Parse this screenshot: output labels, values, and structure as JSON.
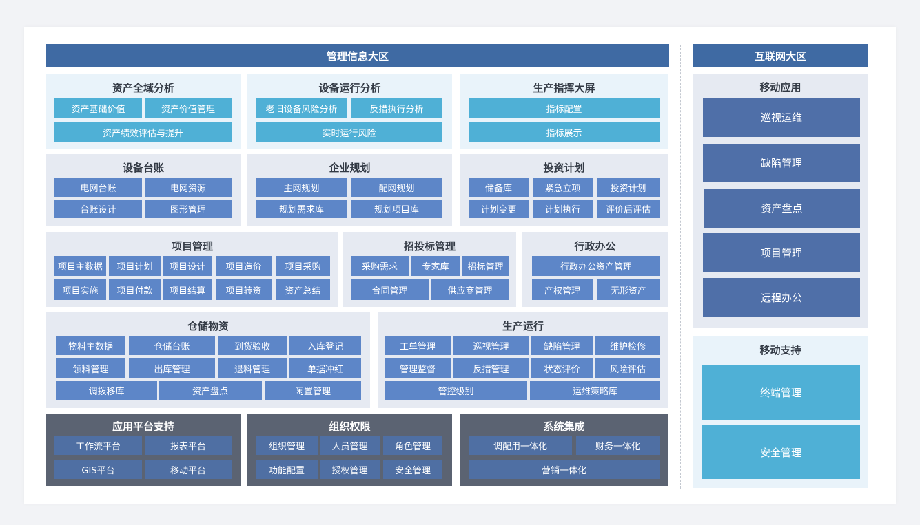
{
  "mgmt_zone": {
    "title": "管理信息大区",
    "asset_analysis": {
      "title": "资产全域分析",
      "items": [
        "资产基础价值",
        "资产价值管理",
        "资产绩效评估与提升"
      ]
    },
    "equipment_analysis": {
      "title": "设备运行分析",
      "items": [
        "老旧设备风险分析",
        "反措执行分析",
        "实时运行风险"
      ]
    },
    "command_screen": {
      "title": "生产指挥大屏",
      "items": [
        "指标配置",
        "指标展示"
      ]
    },
    "equipment_ledger": {
      "title": "设备台账",
      "items": [
        "电网台账",
        "电网资源",
        "台账设计",
        "图形管理"
      ]
    },
    "enterprise_planning": {
      "title": "企业规划",
      "items": [
        "主网规划",
        "配网规划",
        "规划需求库",
        "规划项目库"
      ]
    },
    "investment_plan": {
      "title": "投资计划",
      "items": [
        "储备库",
        "紧急立项",
        "投资计划",
        "计划变更",
        "计划执行",
        "评价后评估"
      ]
    },
    "project_mgmt": {
      "title": "项目管理",
      "items": [
        "项目主数据",
        "项目计划",
        "项目设计",
        "项目造价",
        "项目采购",
        "项目实施",
        "项目付款",
        "项目结算",
        "项目转资",
        "资产总结"
      ]
    },
    "bidding_mgmt": {
      "title": "招投标管理",
      "items": [
        "采购需求",
        "专家库",
        "招标管理",
        "合同管理",
        "供应商管理"
      ]
    },
    "admin_office": {
      "title": "行政办公",
      "items": [
        "行政办公资产管理",
        "产权管理",
        "无形资产"
      ]
    },
    "warehouse": {
      "title": "仓储物资",
      "items": [
        "物料主数据",
        "仓储台账",
        "到货验收",
        "入库登记",
        "领料管理",
        "出库管理",
        "退料管理",
        "单据冲红",
        "调拨移库",
        "资产盘点",
        "闲置管理"
      ]
    },
    "production_ops": {
      "title": "生产运行",
      "items": [
        "工单管理",
        "巡视管理",
        "缺陷管理",
        "维护检修",
        "管理监督",
        "反措管理",
        "状态评价",
        "风险评估",
        "管控级别",
        "运维策略库"
      ]
    },
    "platform_support": {
      "title": "应用平台支持",
      "items": [
        "工作流平台",
        "报表平台",
        "GIS平台",
        "移动平台"
      ]
    },
    "org_permissions": {
      "title": "组织权限",
      "items": [
        "组织管理",
        "人员管理",
        "角色管理",
        "功能配置",
        "授权管理",
        "安全管理"
      ]
    },
    "system_integration": {
      "title": "系统集成",
      "items": [
        "调配用一体化",
        "财务一体化",
        "营销一体化"
      ]
    }
  },
  "internet_zone": {
    "title": "互联网大区",
    "mobile_apps": {
      "title": "移动应用",
      "items": [
        "巡视运维",
        "缺陷管理",
        "资产盘点",
        "项目管理",
        "远程办公"
      ]
    },
    "mobile_support": {
      "title": "移动支持",
      "items": [
        "终端管理",
        "安全管理"
      ]
    }
  },
  "colors": {
    "banner": "#3f6aa3",
    "panel": "#e6eaf2",
    "panel_light": "#e9f3fa",
    "panel_dark": "#5b6372",
    "cell_blue": "#5d86c8",
    "cell_cyan": "#4fb0d6",
    "cell_dark": "#4f6fa3"
  }
}
